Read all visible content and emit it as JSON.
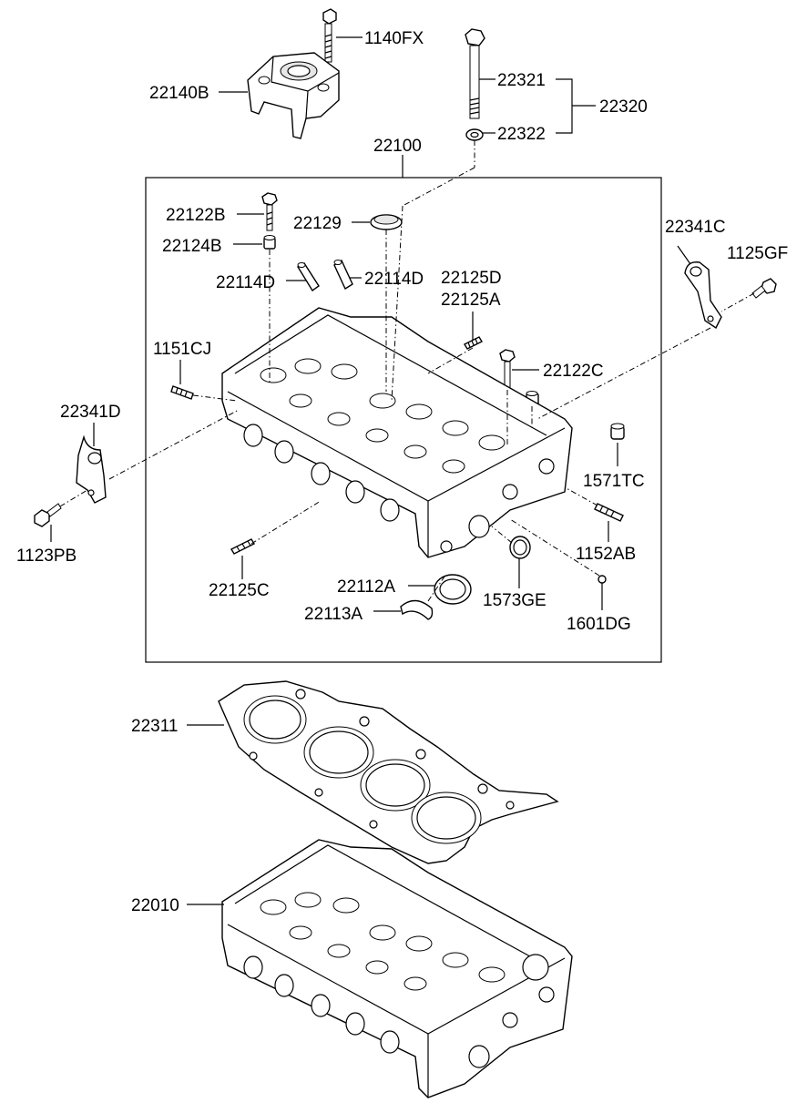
{
  "labels": {
    "p1140FX": "1140FX",
    "p22140B": "22140B",
    "p22321": "22321",
    "p22320": "22320",
    "p22322": "22322",
    "p22100": "22100",
    "p22122B": "22122B",
    "p22129": "22129",
    "p22124B": "22124B",
    "p22114D_a": "22114D",
    "p22114D_b": "22114D",
    "p22125D": "22125D",
    "p22125A": "22125A",
    "p22341C": "22341C",
    "p1125GF": "1125GF",
    "p1151CJ": "1151CJ",
    "p22122C": "22122C",
    "p22341D": "22341D",
    "p1571TC": "1571TC",
    "p1123PB": "1123PB",
    "p1152AB": "1152AB",
    "p22125C": "22125C",
    "p22112A": "22112A",
    "p1573GE": "1573GE",
    "p22113A": "22113A",
    "p1601DG": "1601DG",
    "p22311": "22311",
    "p22010": "22010"
  }
}
